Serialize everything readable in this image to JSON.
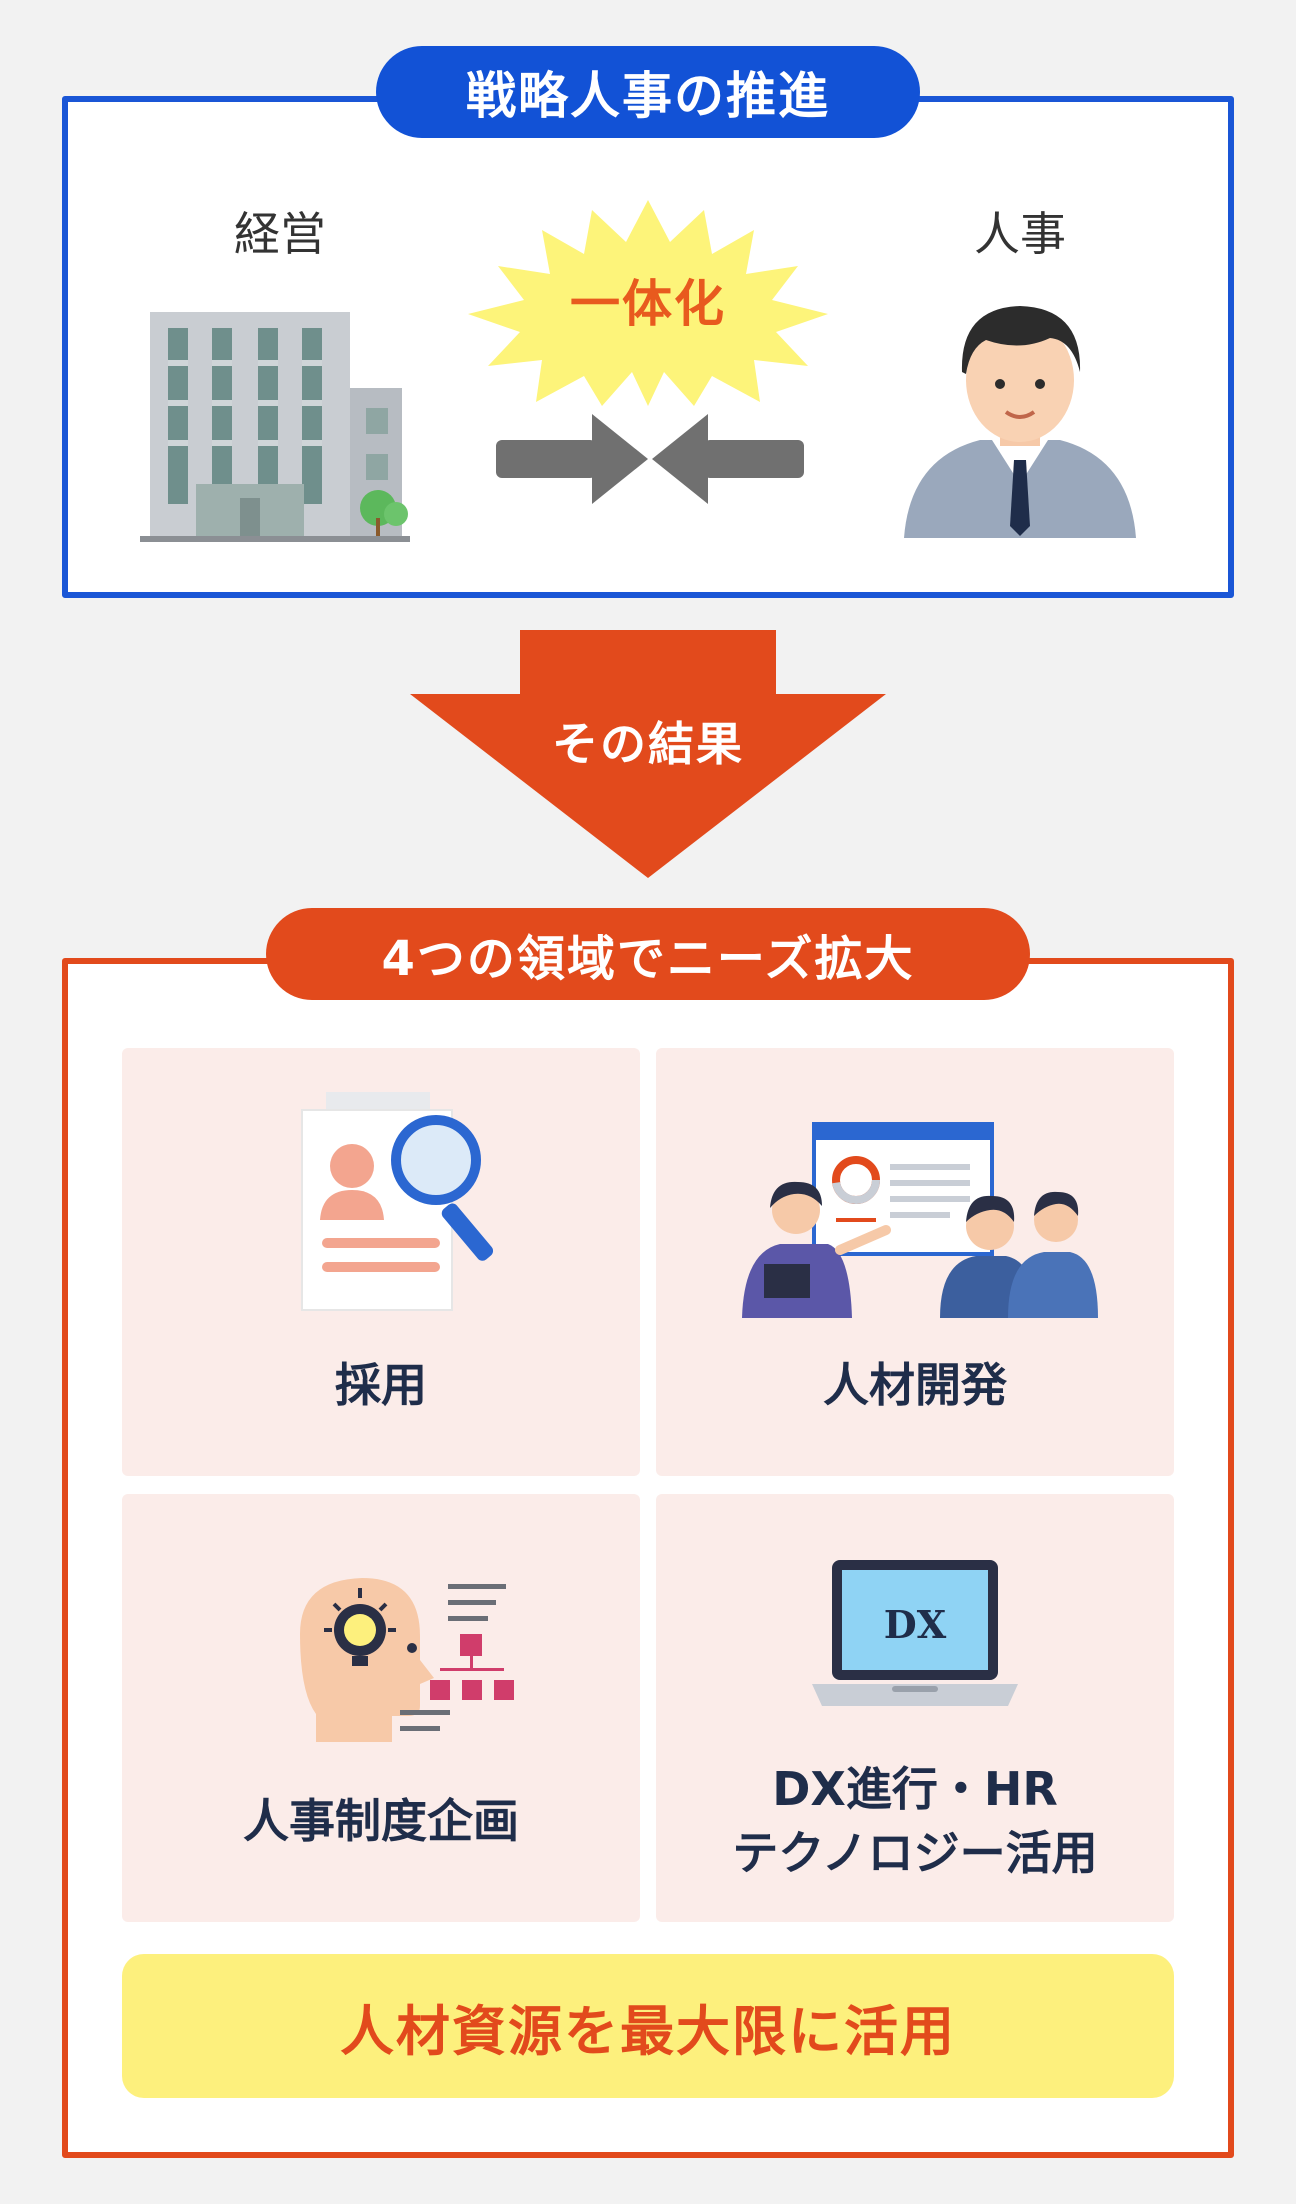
{
  "top": {
    "title": "戦略人事の推進",
    "left_label": "経営",
    "right_label": "人事",
    "center_label": "一体化"
  },
  "arrow": {
    "label": "その結果"
  },
  "bottom": {
    "title": "4つの領域でニーズ拡大",
    "cards": [
      {
        "label": "採用"
      },
      {
        "label": "人材開発"
      },
      {
        "label": "人事制度企画"
      },
      {
        "label_line1": "DX進行・HR",
        "label_line2": "テクノロジー活用",
        "icon_text": "DX"
      }
    ],
    "summary": "人材資源を最大限に活用"
  },
  "colors": {
    "blue": "#1a56d6",
    "orange": "#e24a1c",
    "yellow": "#fdf07d",
    "card_bg": "#fbece9"
  }
}
